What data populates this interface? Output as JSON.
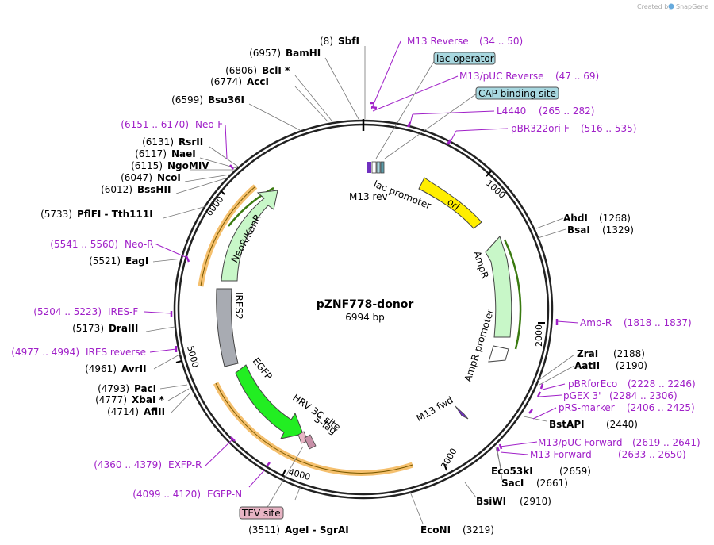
{
  "credit": "Created by",
  "credit_brand": "SnapGene",
  "plasmid": {
    "name": "pZNF778-donor",
    "size": "6994 bp"
  },
  "ticks": [
    "1000",
    "2000",
    "3000",
    "4000",
    "5000",
    "6000"
  ],
  "enzymes": [
    {
      "pos": "(8)",
      "name": "SbfI"
    },
    {
      "pos": "(6957)",
      "name": "BamHI"
    },
    {
      "pos": "(6806)",
      "name": "BclI *"
    },
    {
      "pos": "(6774)",
      "name": "AccI"
    },
    {
      "pos": "(6599)",
      "name": "Bsu36I"
    },
    {
      "pos": "(6131)",
      "name": "RsrII"
    },
    {
      "pos": "(6117)",
      "name": "NaeI"
    },
    {
      "pos": "(6115)",
      "name": "NgoMIV"
    },
    {
      "pos": "(6047)",
      "name": "NcoI"
    },
    {
      "pos": "(6012)",
      "name": "BssHII"
    },
    {
      "pos": "(5733)",
      "name": "PflFI  - Tth111I"
    },
    {
      "pos": "(5521)",
      "name": "EagI"
    },
    {
      "pos": "(5173)",
      "name": "DraIII"
    },
    {
      "pos": "(4961)",
      "name": "AvrII"
    },
    {
      "pos": "(4793)",
      "name": "PacI"
    },
    {
      "pos": "(4777)",
      "name": "XbaI *"
    },
    {
      "pos": "(4714)",
      "name": "AflII"
    },
    {
      "pos": "(3511)",
      "name": "AgeI  - SgrAI"
    },
    {
      "name": "EcoNI",
      "pos": "(3219)"
    },
    {
      "name": "BsiWI",
      "pos": "(2910)"
    },
    {
      "name": "SacI",
      "pos": "(2661)"
    },
    {
      "name": "Eco53kI",
      "pos": "(2659)"
    },
    {
      "name": "BstAPI",
      "pos": "(2440)"
    },
    {
      "name": "AatII",
      "pos": "(2190)"
    },
    {
      "name": "ZraI",
      "pos": "(2188)"
    },
    {
      "name": "BsaI",
      "pos": "(1329)"
    },
    {
      "name": "AhdI",
      "pos": "(1268)"
    }
  ],
  "primers": [
    {
      "name": "M13 Reverse",
      "range": "(34 .. 50)"
    },
    {
      "name": "M13/pUC Reverse",
      "range": "(47 .. 69)"
    },
    {
      "name": "L4440",
      "range": "(265 .. 282)"
    },
    {
      "name": "pBR322ori-F",
      "range": "(516 .. 535)"
    },
    {
      "name": "Amp-R",
      "range": "(1818 .. 1837)"
    },
    {
      "name": "pBRforEco",
      "range": "(2228 .. 2246)"
    },
    {
      "name": "pGEX 3'",
      "range": "(2284 .. 2306)"
    },
    {
      "name": "pRS-marker",
      "range": "(2406 .. 2425)"
    },
    {
      "name": "M13/pUC Forward",
      "range": "(2619 .. 2641)"
    },
    {
      "name": "M13 Forward",
      "range": "(2633 .. 2650)"
    },
    {
      "range": "(6151 .. 6170)",
      "name": "Neo-F"
    },
    {
      "range": "(5541 .. 5560)",
      "name": "Neo-R"
    },
    {
      "range": "(5204 .. 5223)",
      "name": "IRES-F"
    },
    {
      "range": "(4977 .. 4994)",
      "name": "IRES reverse"
    },
    {
      "range": "(4360 .. 4379)",
      "name": "EXFP-R"
    },
    {
      "range": "(4099 .. 4120)",
      "name": "EGFP-N"
    }
  ],
  "boxes": [
    "lac operator",
    "CAP binding site",
    "TEV site"
  ],
  "features": [
    "ori",
    "AmpR",
    "AmpR promoter",
    "NeoR/KanR",
    "IRES2",
    "EGFP",
    "lac promoter",
    "M13 rev",
    "M13 fwd",
    "HRV 3C site",
    "S-Tag"
  ],
  "colors": {
    "primer": "#a020c8",
    "ori": "#ffee00",
    "ampr": "#c8f7c8",
    "egfp": "#22ee22",
    "ires": "#a8abb2",
    "orf": "#f5c06e",
    "box": "#a8d8e0",
    "tev": "#e8b4c4"
  }
}
